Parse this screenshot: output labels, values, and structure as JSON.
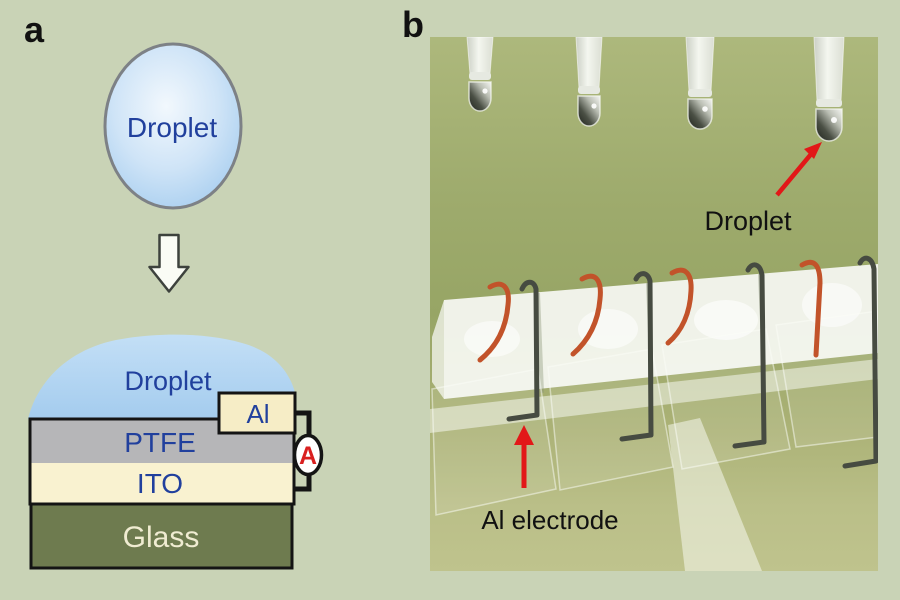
{
  "figure": {
    "background_color": "#c9d3b6",
    "accent_red": "#e21818"
  },
  "panel_a": {
    "label": "a",
    "falling_droplet": {
      "label": "Droplet",
      "fill_color": "#aed2f0",
      "text_color": "#21409d"
    },
    "device": {
      "droplet_label": "Droplet",
      "droplet_color": "#aed2f0",
      "layers": [
        {
          "label": "Al",
          "color": "#f6edc6",
          "text_color": "#21409d"
        },
        {
          "label": "PTFE",
          "color": "#b6b6b8",
          "text_color": "#21409d"
        },
        {
          "label": "ITO",
          "color": "#f9f2d0",
          "text_color": "#21409d"
        },
        {
          "label": "Glass",
          "color": "#6e7b4f",
          "text_color": "#f0ecd2"
        }
      ],
      "ammeter": {
        "label": "A",
        "label_color": "#d91f1f",
        "wire_color": "#141414"
      }
    }
  },
  "panel_b": {
    "label": "b",
    "photo_background_color": "#9aa868",
    "copper_wire_color": "#c2532a",
    "dark_wire_color": "#464b41",
    "annotations": {
      "droplet": {
        "label": "Droplet",
        "arrow_color": "#e21818"
      },
      "electrode": {
        "label": "Al electrode",
        "arrow_color": "#e21818"
      }
    }
  }
}
